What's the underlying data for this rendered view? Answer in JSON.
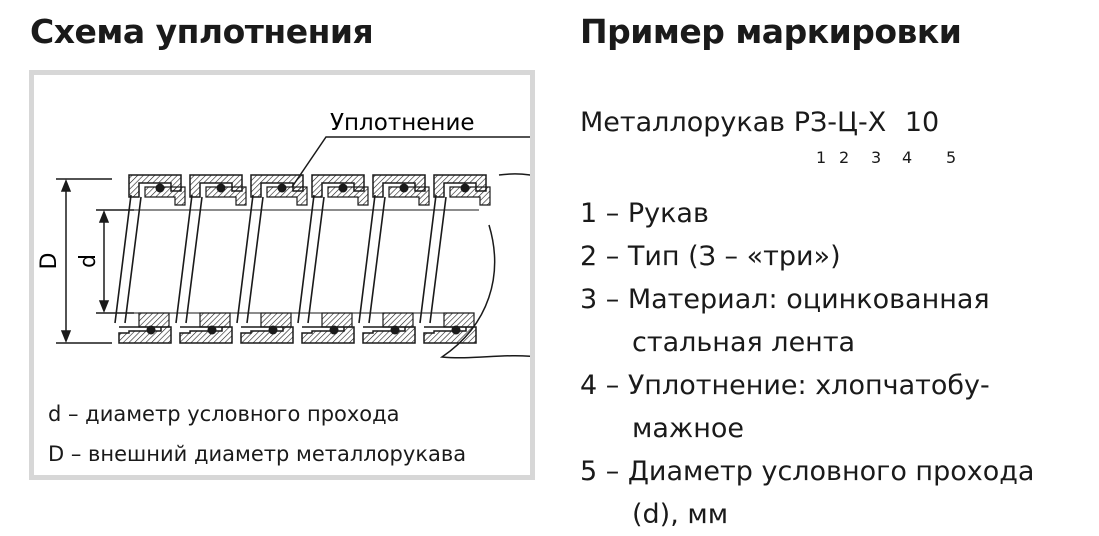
{
  "left_title": "Схема уплотнения",
  "right_title": "Пример маркировки",
  "diagram": {
    "seal_label": "Уплотнение",
    "outer_dim_label": "D",
    "inner_dim_label": "d",
    "legend": [
      "d – диаметр условного прохода",
      "D – внешний диаметр металлорукава"
    ]
  },
  "marking": {
    "prefix": "Металлорукав",
    "code": "РЗ-Ц-Х",
    "size": "10",
    "digits": [
      "1",
      "2",
      "3",
      "4",
      "5"
    ]
  },
  "items": [
    {
      "lines": [
        "1 – Рукав"
      ]
    },
    {
      "lines": [
        "2 – Тип (З – «три»)"
      ]
    },
    {
      "lines": [
        "3 – Материал: оцинкованная",
        "стальная лента"
      ]
    },
    {
      "lines": [
        "4 – Уплотнение: хлопчатобу-",
        "мажное"
      ]
    },
    {
      "lines": [
        "5 – Диаметр условного прохода",
        "(d), мм"
      ]
    }
  ],
  "colors": {
    "frame": "#d7d7d7",
    "line": "#1a1a1a",
    "hatch": "#1a1a1a"
  }
}
